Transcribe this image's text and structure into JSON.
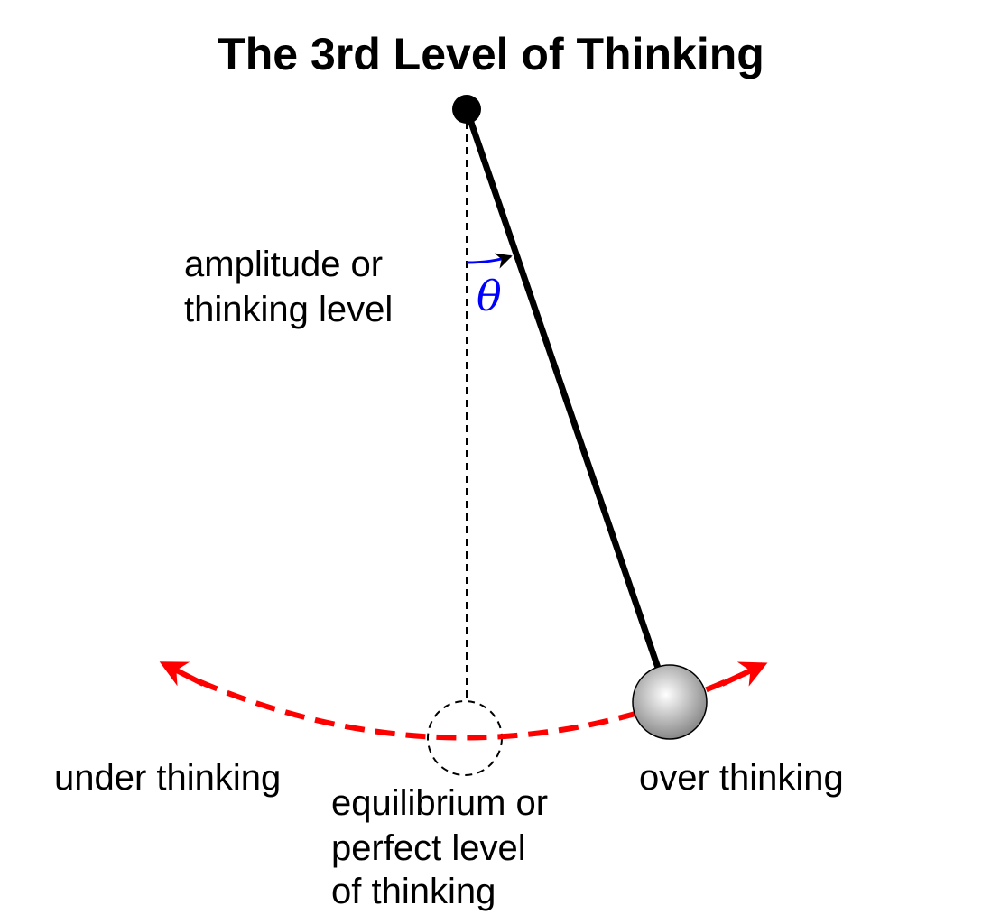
{
  "title": "The 3rd Level of Thinking",
  "labels": {
    "amplitude_line1": "amplitude or",
    "amplitude_line2": "thinking level",
    "theta": "θ",
    "under": "under thinking",
    "over": "over thinking",
    "equilibrium_line1": "equilibrium or",
    "equilibrium_line2": "perfect level",
    "equilibrium_line3": "of thinking"
  },
  "colors": {
    "arrow": "#ff0000",
    "angle": "#0000ff",
    "rod": "#000000"
  }
}
